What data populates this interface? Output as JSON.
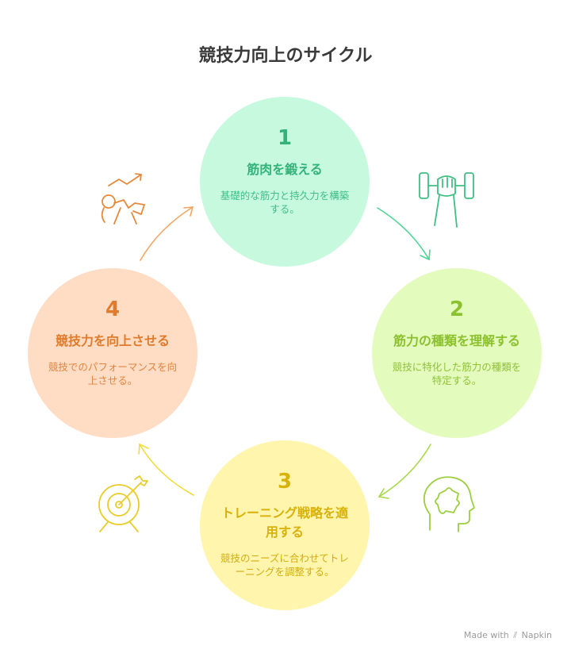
{
  "title": "競技力向上のサイクル",
  "steps": [
    {
      "num": "1",
      "head": "筋肉を鍛える",
      "desc": "基礎的な筋力と持久力を構築する。",
      "color": "#35b27a",
      "bg": "#c7f9df",
      "icon": "dumbbell-hand-icon"
    },
    {
      "num": "2",
      "head": "筋力の種類を理解する",
      "desc": "競技に特化した筋力の種類を特定する。",
      "color": "#8bc02e",
      "bg": "#e3fbbd",
      "icon": "head-puzzle-icon"
    },
    {
      "num": "3",
      "head": "トレーニング戦略を適用する",
      "desc": "競技のニーズに合わせてトレーニングを調整する。",
      "color": "#d8b10c",
      "bg": "#fff5ac",
      "icon": "target-arrow-icon"
    },
    {
      "num": "4",
      "head": "競技力を向上させる",
      "desc": "競技でのパフォーマンスを向上させる。",
      "color": "#e07b2c",
      "bg": "#ffdcc4",
      "icon": "runner-trend-icon"
    }
  ],
  "branding": {
    "made_with": "Made with",
    "name": "Napkin"
  }
}
